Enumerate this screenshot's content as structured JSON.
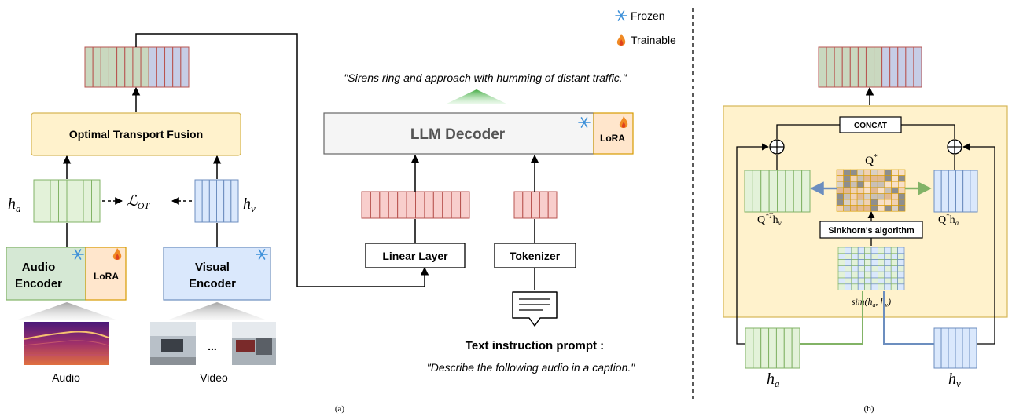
{
  "legend": {
    "frozen": "Frozen",
    "trainable": "Trainable",
    "frozen_icon": "snowflake-icon",
    "trainable_icon": "flame-icon"
  },
  "panel_a": {
    "ot_fusion": "Optimal Transport Fusion",
    "h_a": "h",
    "h_a_sub": "a",
    "h_v": "h",
    "h_v_sub": "v",
    "loss": "ℒ",
    "loss_sub": "OT",
    "audio_encoder_line1": "Audio",
    "audio_encoder_line2": "Encoder",
    "audio_lora": "LoRA",
    "visual_encoder_line1": "Visual",
    "visual_encoder_line2": "Encoder",
    "audio_label": "Audio",
    "video_label": "Video",
    "video_ellipsis": "...",
    "llm_decoder": "LLM Decoder",
    "llm_lora": "LoRA",
    "linear_layer": "Linear Layer",
    "tokenizer": "Tokenizer",
    "output_caption": "\"Sirens ring and approach with humming of distant traffic.\"",
    "prompt_title": "Text instruction prompt :",
    "prompt_text": "\"Describe the following audio in a caption.\"",
    "caption": "(a)"
  },
  "panel_b": {
    "concat": "CONCAT",
    "q_star": "Q",
    "q_star_sup": "*",
    "qt_hv_q": "Q",
    "qt_hv_sup": "*T",
    "qt_hv_h": "h",
    "qt_hv_sub": "v",
    "q_ha_q": "Q",
    "q_ha_sup": "*",
    "q_ha_h": "h",
    "q_ha_sub": "a",
    "sinkhorn": "Sinkhorn's algorithm",
    "sim": "sim(h",
    "sim_mid": ", h",
    "sim_end": ")",
    "sim_sub_a": "a",
    "sim_sub_v": "v",
    "h_a": "h",
    "h_a_sub": "a",
    "h_v": "h",
    "h_v_sub": "v",
    "caption": "(b)"
  },
  "colors": {
    "audio_green": "#e3f2d9",
    "audio_stroke": "#82b366",
    "visual_blue": "#dae8fc",
    "visual_stroke": "#6c8ebf",
    "token_red": "#f8cecc",
    "token_stroke": "#b85450",
    "fusion_fill": "#fff2cc",
    "fusion_stroke": "#d6b656",
    "lora_fill": "#ffe6cc",
    "lora_stroke": "#d79b00",
    "decoder_fill": "#f5f5f5"
  }
}
